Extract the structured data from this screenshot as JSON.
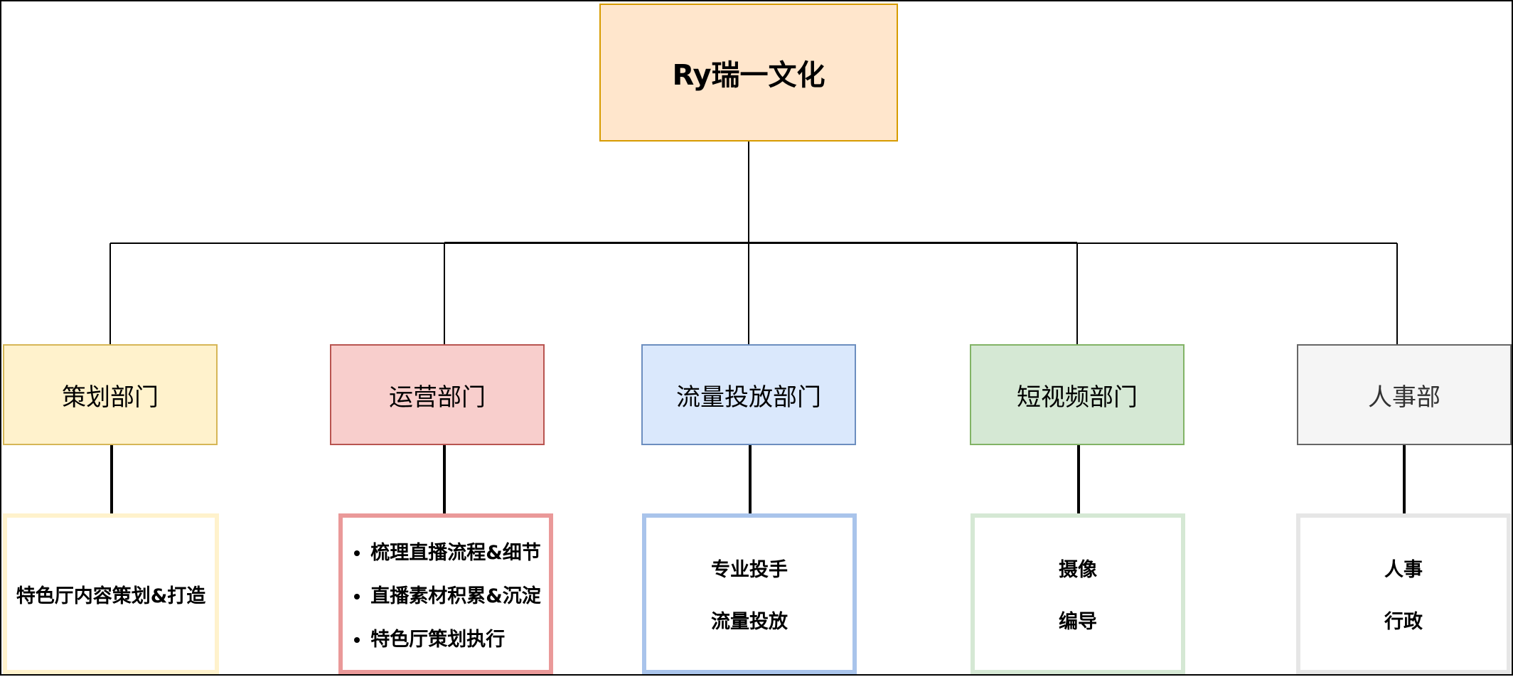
{
  "colors": {
    "root": {
      "fill": "#ffe6cc",
      "stroke": "#d79b00"
    },
    "planning": {
      "fill": "#fff2cc",
      "stroke": "#d6b656",
      "detail_stroke": "#fff2cc"
    },
    "operations": {
      "fill": "#f8cecc",
      "stroke": "#b85450",
      "detail_stroke": "#ea9999"
    },
    "traffic": {
      "fill": "#dae8fc",
      "stroke": "#6c8ebf",
      "detail_stroke": "#a9c4eb"
    },
    "video": {
      "fill": "#d5e8d4",
      "stroke": "#82b366",
      "detail_stroke": "#d5e8d4"
    },
    "hr": {
      "fill": "#f5f5f5",
      "stroke": "#666666",
      "detail_stroke": "#e6e6e6",
      "text": "#333333"
    }
  },
  "root": {
    "label": "Ry瑞一文化"
  },
  "departments": {
    "planning": {
      "label": "策划部门",
      "details": [
        "特色厅内容策划&打造"
      ]
    },
    "operations": {
      "label": "运营部门",
      "details": [
        "梳理直播流程&细节",
        "直播素材积累&沉淀",
        "特色厅策划执行"
      ]
    },
    "traffic": {
      "label": "流量投放部门",
      "details": [
        "专业投手",
        "流量投放"
      ]
    },
    "video": {
      "label": "短视频部门",
      "details": [
        "摄像",
        "编导"
      ]
    },
    "hr": {
      "label": "人事部",
      "details": [
        "人事",
        "行政"
      ]
    }
  }
}
